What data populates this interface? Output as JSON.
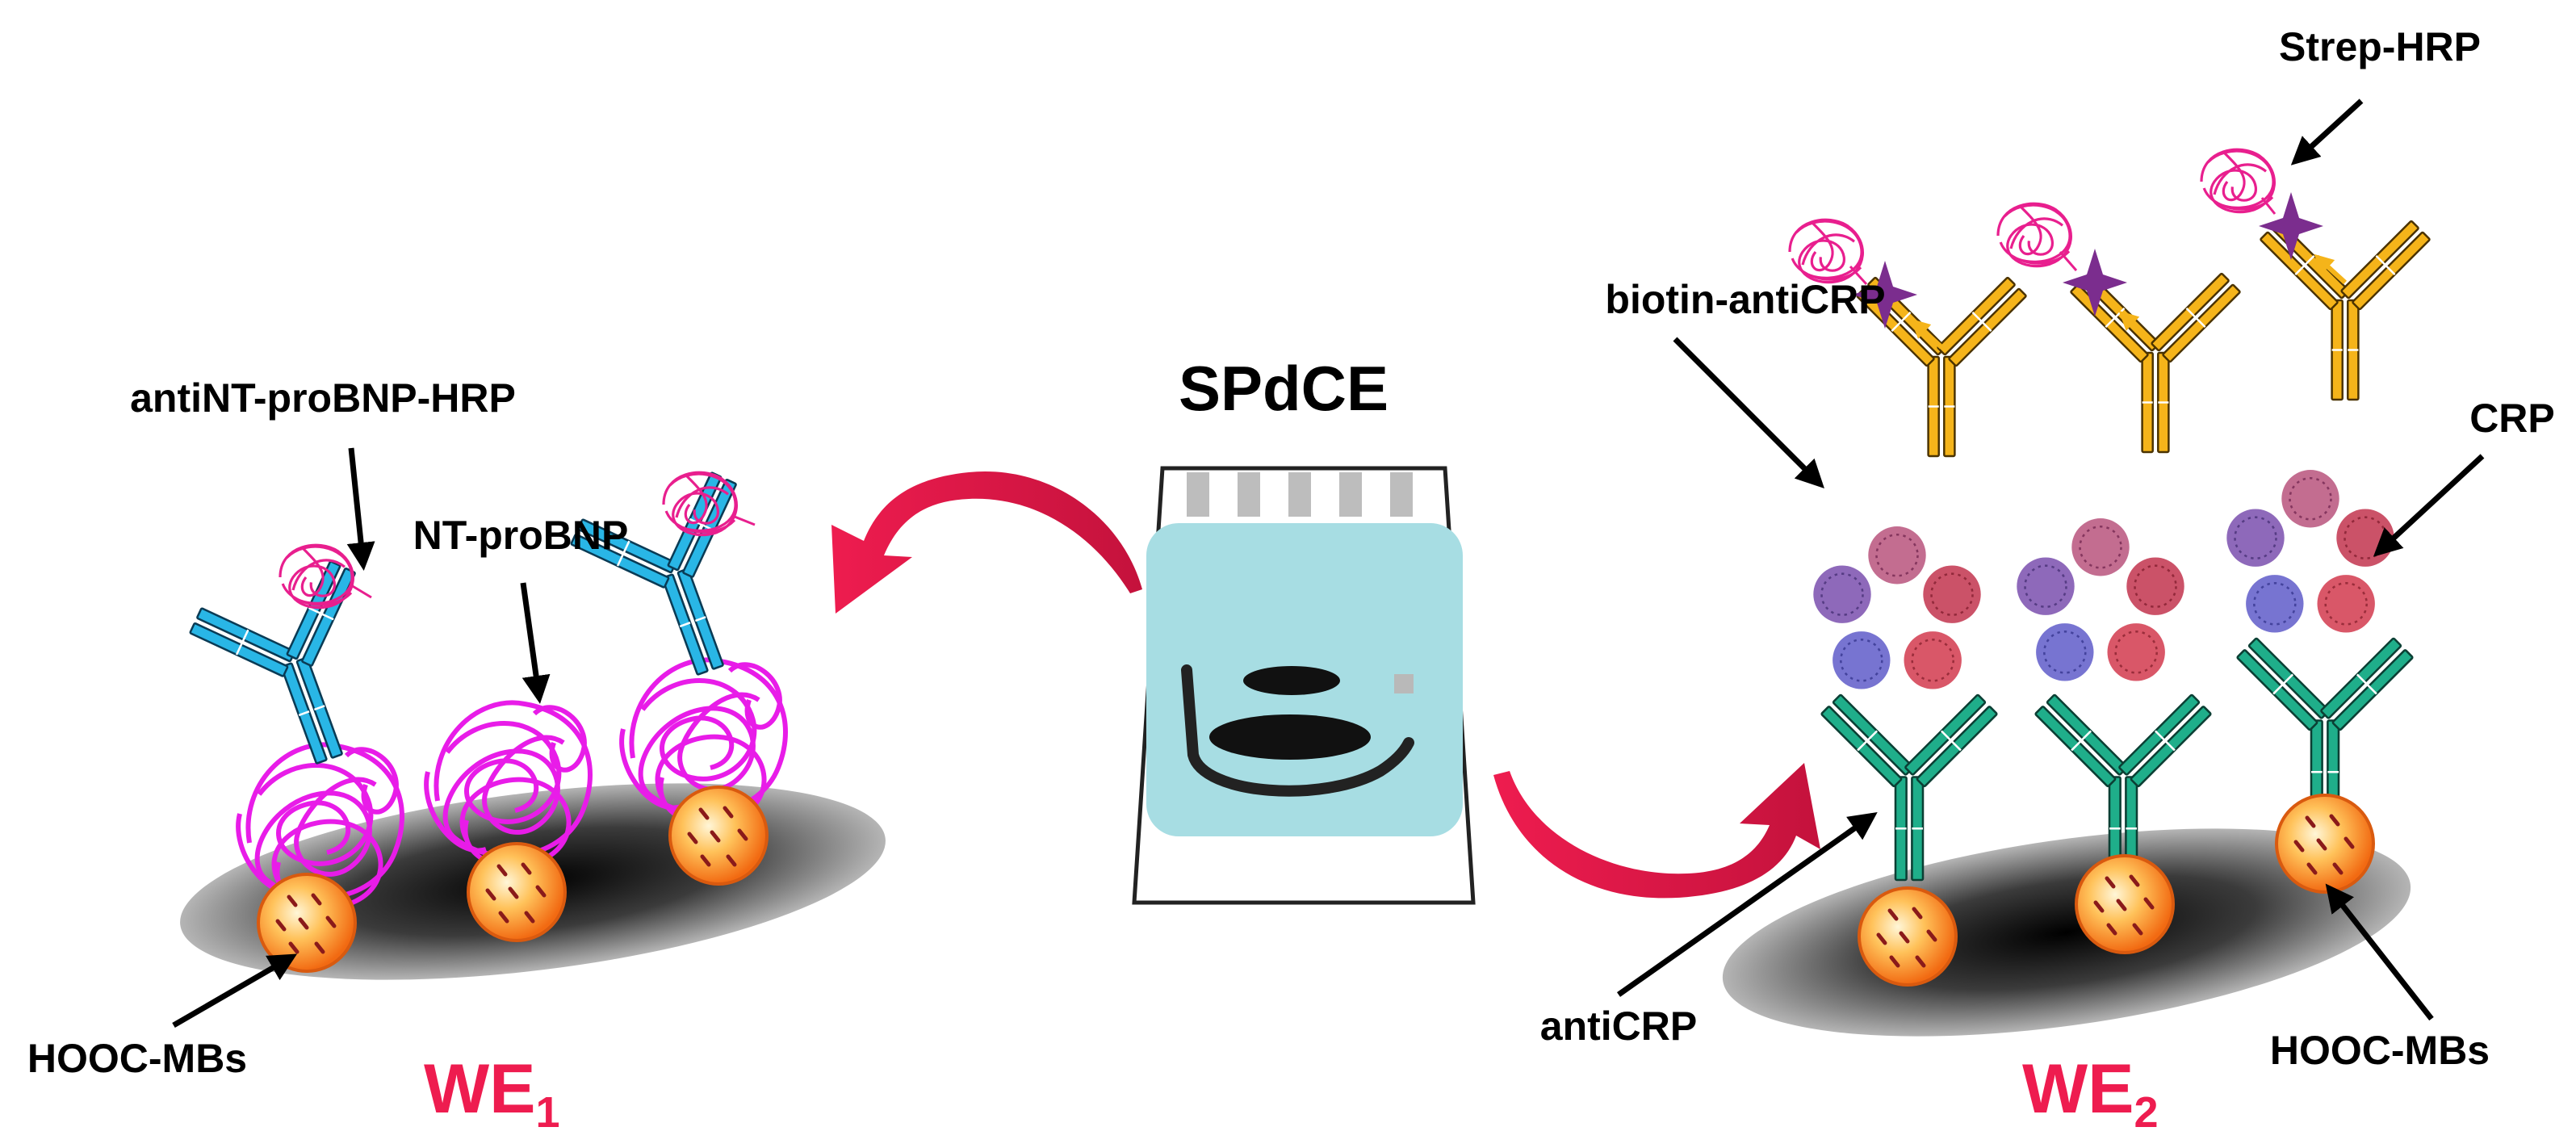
{
  "center": {
    "title": "SPdCE"
  },
  "left": {
    "electrode_label": "WE",
    "electrode_sub": "1",
    "labels": {
      "detection_ab": "antiNT-proBNP-HRP",
      "target": "NT-proBNP",
      "beads": "HOOC-MBs"
    }
  },
  "right": {
    "electrode_label": "WE",
    "electrode_sub": "2",
    "labels": {
      "enzyme": "Strep-HRP",
      "detection_ab": "biotin-antiCRP",
      "target": "CRP",
      "capture_ab": "antiCRP",
      "beads": "HOOC-MBs"
    }
  },
  "colors": {
    "accent": "#ee1c4f",
    "we_label": "#ee1c4f",
    "detection_ab_left": "#29b6e6",
    "capture_ab_right": "#1fae8a",
    "detection_ab_right": "#f5b41a",
    "protein_left": "#e81ce8",
    "bead": "#f7921e",
    "streptavidin": "#7b2d8e",
    "hrp": "#e81f8e",
    "electrode_body": "#a7dde3"
  },
  "icons": [
    "magnetic-bead-icon",
    "antibody-icon",
    "protein-icon",
    "star-icon",
    "electrode-icon",
    "curved-arrow-icon"
  ]
}
